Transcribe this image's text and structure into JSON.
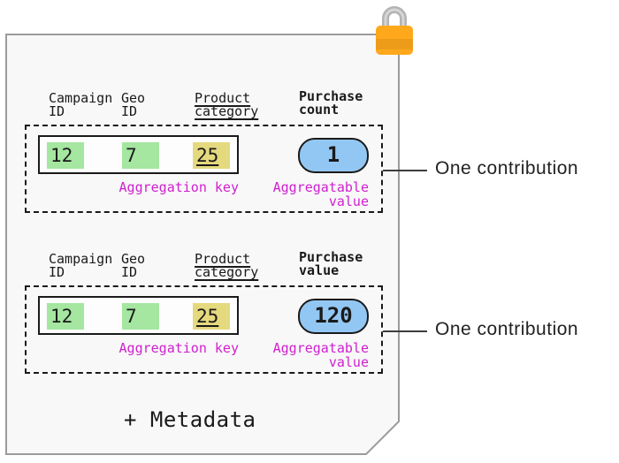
{
  "colors": {
    "doc_bg": "#f8f8f8",
    "doc_border": "#9b9b9b",
    "lock_orange": "#ffa81c",
    "lock_shackle": "#b3b3b3",
    "key_green": "#a5e6a0",
    "key_yellow": "#e5d97e",
    "value_blue": "#93c7f3",
    "label_magenta": "#cf1fcf"
  },
  "diagram": {
    "metadata_label": "+ Metadata"
  },
  "sections": [
    {
      "columns": {
        "campaign": "Campaign\nID",
        "geo": "Geo\nID",
        "product": "Product\ncategory",
        "measure": "Purchase\ncount"
      },
      "cells": {
        "campaign": "12",
        "geo": "7",
        "product": "25"
      },
      "key_label": "Aggregation key",
      "value": "1",
      "value_label": "Aggregatable\nvalue",
      "annotation": "One contribution"
    },
    {
      "columns": {
        "campaign": "Campaign\nID",
        "geo": "Geo\nID",
        "product": "Product\ncategory",
        "measure": "Purchase\nvalue"
      },
      "cells": {
        "campaign": "12",
        "geo": "7",
        "product": "25"
      },
      "key_label": "Aggregation key",
      "value": "120",
      "value_label": "Aggregatable\nvalue",
      "annotation": "One contribution"
    }
  ]
}
